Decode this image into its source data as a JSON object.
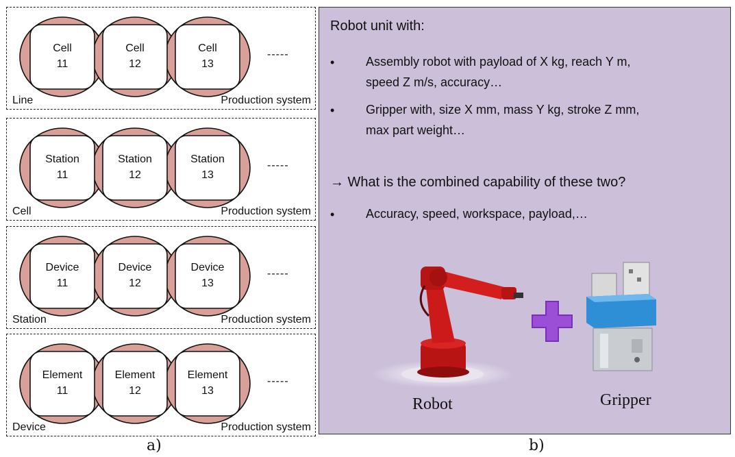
{
  "left_panels": [
    {
      "cells": [
        {
          "name": "Cell",
          "num": "11"
        },
        {
          "name": "Cell",
          "num": "12"
        },
        {
          "name": "Cell",
          "num": "13"
        }
      ],
      "ellipsis": "-----",
      "level_label": "Line",
      "system_label": "Production system"
    },
    {
      "cells": [
        {
          "name": "Station",
          "num": "11"
        },
        {
          "name": "Station",
          "num": "12"
        },
        {
          "name": "Station",
          "num": "13"
        }
      ],
      "ellipsis": "-----",
      "level_label": "Cell",
      "system_label": "Production system"
    },
    {
      "cells": [
        {
          "name": "Device",
          "num": "11"
        },
        {
          "name": "Device",
          "num": "12"
        },
        {
          "name": "Device",
          "num": "13"
        }
      ],
      "ellipsis": "-----",
      "level_label": "Station",
      "system_label": "Production system"
    },
    {
      "cells": [
        {
          "name": "Element",
          "num": "11"
        },
        {
          "name": "Element",
          "num": "12"
        },
        {
          "name": "Element",
          "num": "13"
        }
      ],
      "ellipsis": "-----",
      "level_label": "Device",
      "system_label": "Production system"
    }
  ],
  "captions": {
    "a": "a)",
    "b": "b)"
  },
  "right_panel": {
    "title": "Robot unit with:",
    "bullet_char": "•",
    "bullets": [
      {
        "line1": "Assembly robot with payload of X kg, reach Y m,",
        "line2": "speed Z m/s, accuracy…"
      },
      {
        "line1": "Gripper with, size X mm, mass Y kg, stroke Z mm,",
        "line2": "max part weight…"
      }
    ],
    "question": "→ What is the combined capability of these two?",
    "last_bullet": "Accuracy, speed, workspace, payload,…",
    "robot_label": "Robot",
    "gripper_label": "Gripper"
  },
  "colors": {
    "cell_fill": "#d9a09a",
    "panel_bg": "#cbbfda",
    "plus": "#7b2fb8",
    "robot": "#cc1a1a",
    "gripper_blue": "#2f8fd6"
  }
}
